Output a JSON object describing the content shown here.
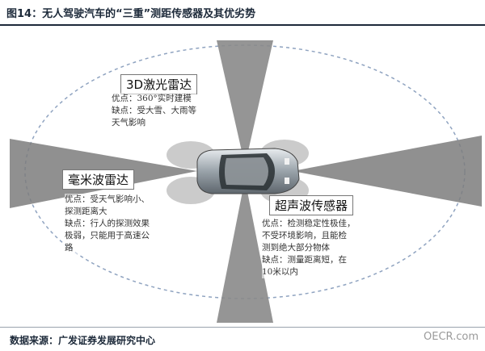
{
  "header": {
    "title": "图14：无人驾驶汽车的“三重”测距传感器及其优劣势"
  },
  "lidar": {
    "name": "3D激光雷达",
    "lines": [
      "优点：360°实时建模",
      "缺点：受大雪、大雨等",
      "天气影响"
    ]
  },
  "mmwave": {
    "name": "毫米波雷达",
    "lines": [
      "优点：受天气影响小、",
      "探测距离大",
      "缺点：行人的探测效果",
      "极弱，只能用于高速公",
      "路"
    ]
  },
  "ultrasonic": {
    "name": "超声波传感器",
    "lines": [
      "优点：检测稳定性极佳，",
      "不受环境影响，且能检",
      "测到绝大部分物体",
      "缺点：测量距离短，在",
      "10米以内"
    ]
  },
  "footer": {
    "source": "数据来源：广发证券发展研究中心",
    "watermark": "OECR.com"
  }
}
